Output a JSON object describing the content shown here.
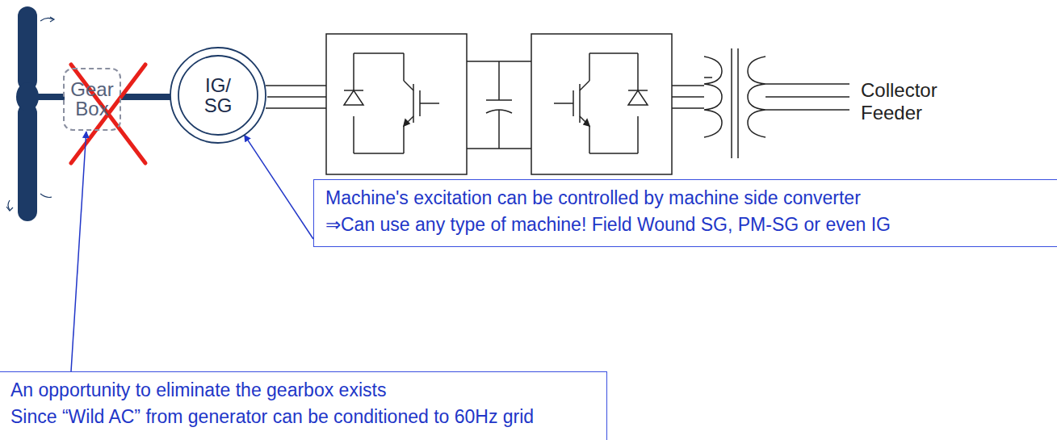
{
  "diagram": {
    "nodes": [
      {
        "text": [
          "Gear Box"
        ]
      },
      {
        "text": [
          "IG/ SG"
        ]
      },
      {
        "text": [
          "Machine's excitation can be controlled by machine side converter",
          "⇒Can use any type of machine!  Field Wound SG, PM-SG or even IG"
        ]
      },
      {
        "text": [
          "An opportunity to eliminate the gearbox exists",
          "Since “Wild AC” from generator can be conditioned to 60Hz grid"
        ]
      }
    ],
    "edges": [
      {
        "from": 2,
        "to": 1,
        "arrow": "to"
      },
      {
        "from": 3,
        "to": 0,
        "arrow": "to"
      }
    ],
    "labels": [
      "Collector Feeder"
    ]
  }
}
